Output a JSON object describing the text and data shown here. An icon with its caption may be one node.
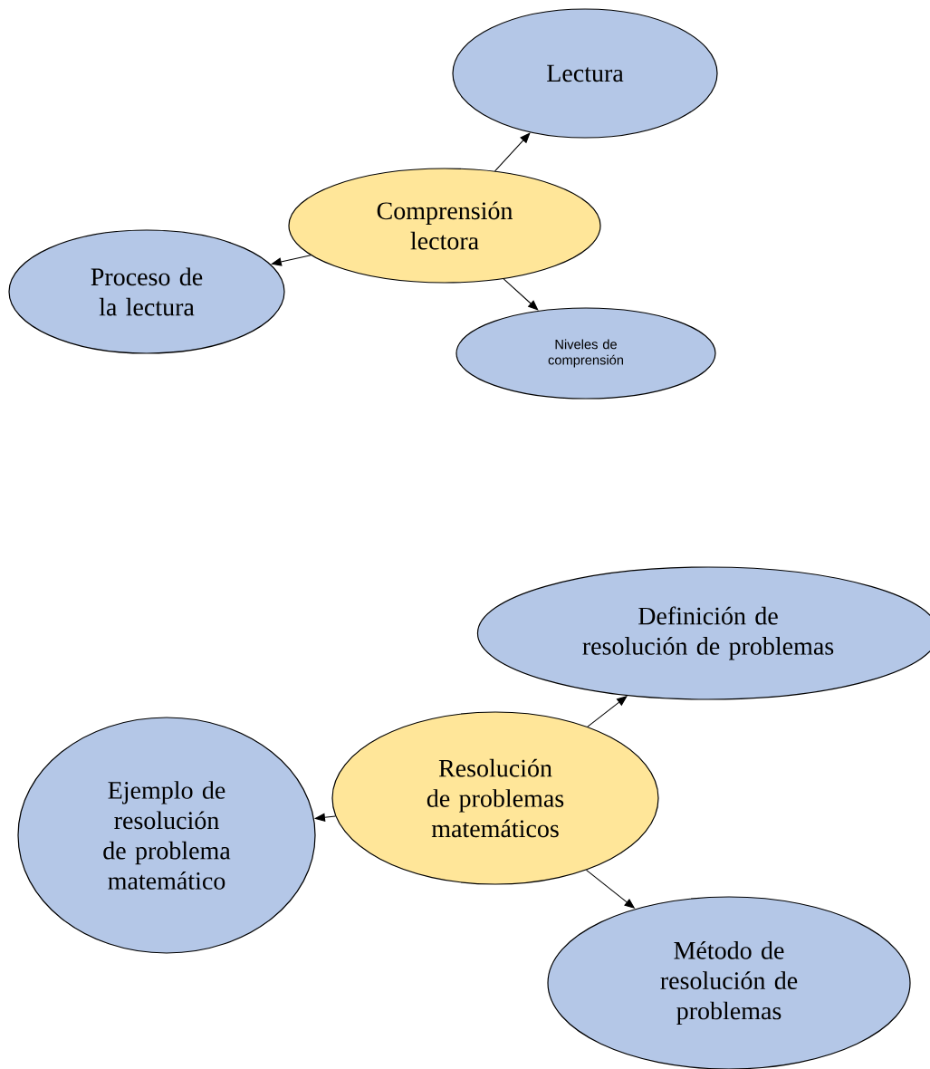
{
  "diagram": {
    "nodes": [
      {
        "text": [
          "Comprensión lectora"
        ]
      },
      {
        "text": [
          "Lectura"
        ]
      },
      {
        "text": [
          "Proceso de la lectura"
        ]
      },
      {
        "text": [
          "Niveles de comprensión"
        ]
      },
      {
        "text": [
          "Resolución de problemas matemáticos"
        ]
      },
      {
        "text": [
          "Definición de resolución de problemas"
        ]
      },
      {
        "text": [
          "Ejemplo de resolución de problema matemático"
        ]
      },
      {
        "text": [
          "Método de resolución de problemas"
        ]
      }
    ],
    "edges": [
      {
        "from": 0,
        "to": 1,
        "arrow": "to"
      },
      {
        "from": 0,
        "to": 2,
        "arrow": "to"
      },
      {
        "from": 0,
        "to": 3,
        "arrow": "to"
      },
      {
        "from": 4,
        "to": 5,
        "arrow": "to"
      },
      {
        "from": 4,
        "to": 6,
        "arrow": "to"
      },
      {
        "from": 4,
        "to": 7,
        "arrow": "to"
      }
    ]
  }
}
